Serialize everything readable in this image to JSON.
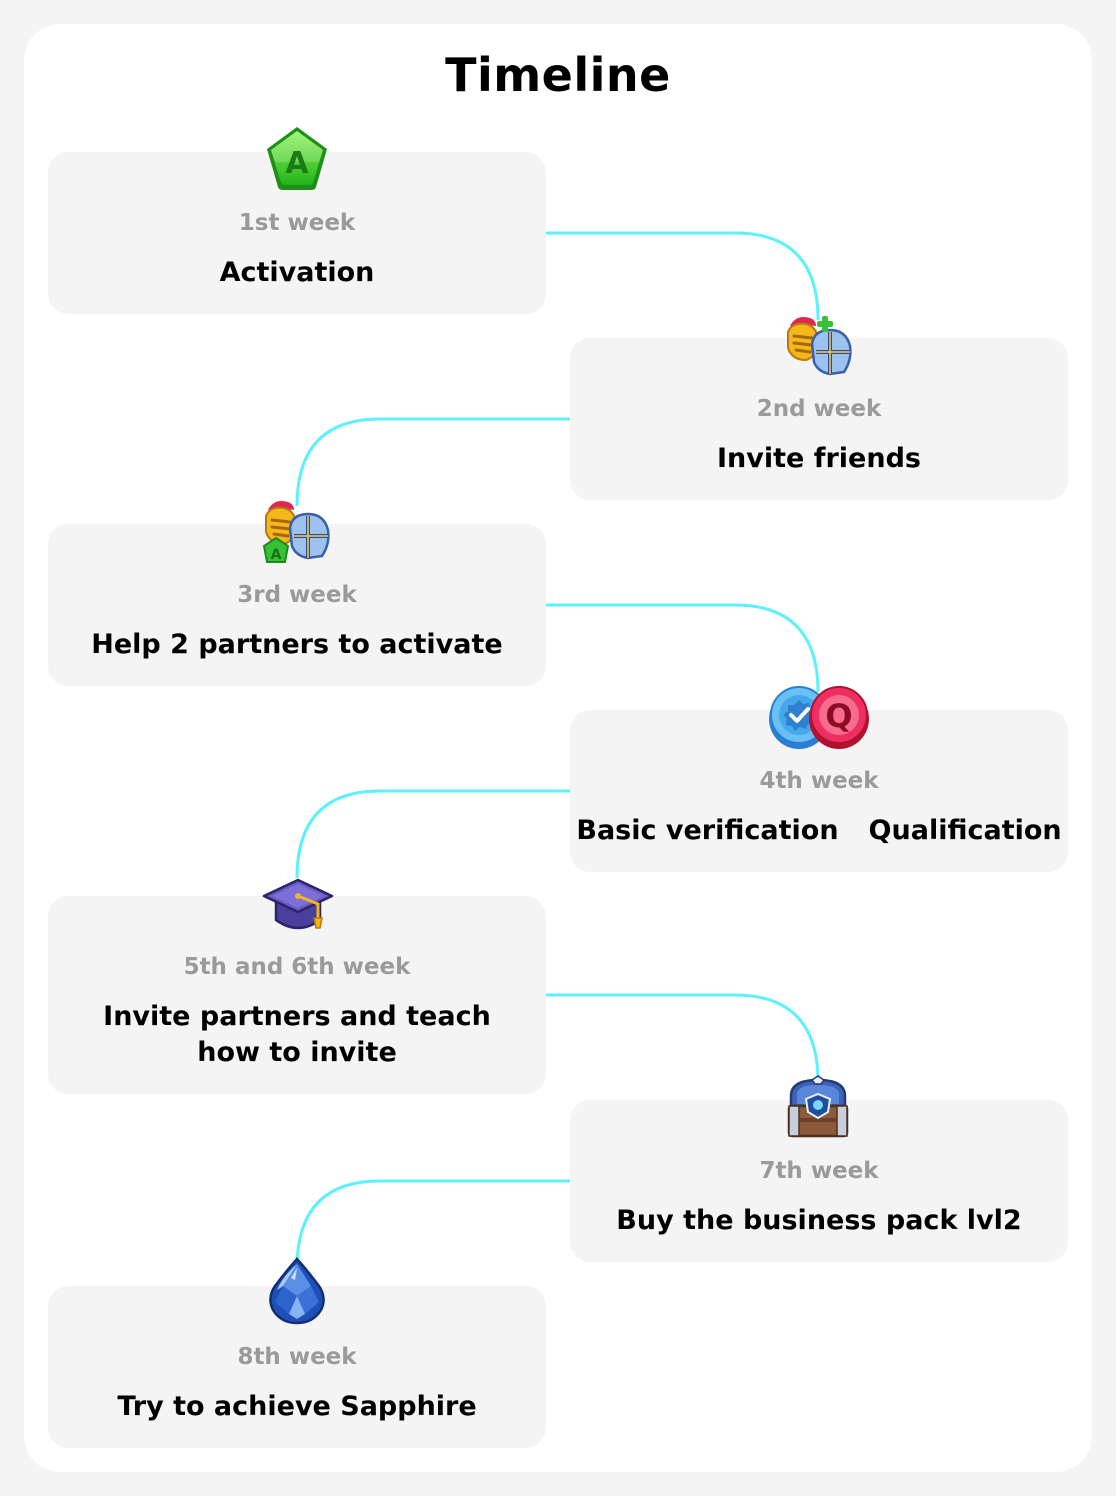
{
  "page": {
    "title": "Timeline"
  },
  "colors": {
    "connector": "#5ef1fb",
    "card_bg": "#f4f4f4",
    "week_text": "#9a9a9a",
    "label_text": "#000000"
  },
  "steps": [
    {
      "week": "1st week",
      "label": "Activation",
      "icon": "activation-badge-icon"
    },
    {
      "week": "2nd week",
      "label": "Invite friends",
      "icon": "invite-helmets-icon"
    },
    {
      "week": "3rd week",
      "label": "Help 2 partners to activate",
      "icon": "partners-activate-icon"
    },
    {
      "week": "4th week",
      "labels": [
        "Basic verification",
        "Qualification"
      ],
      "icon": "verification-qualification-icon"
    },
    {
      "week": "5th and 6th week",
      "label_line1": "Invite partners and teach",
      "label_line2": "how to invite",
      "icon": "graduation-cap-icon"
    },
    {
      "week": "7th week",
      "label": "Buy the business pack lvl2",
      "icon": "treasure-chest-icon"
    },
    {
      "week": "8th week",
      "label": "Try to achieve Sapphire",
      "icon": "sapphire-gem-icon"
    }
  ]
}
